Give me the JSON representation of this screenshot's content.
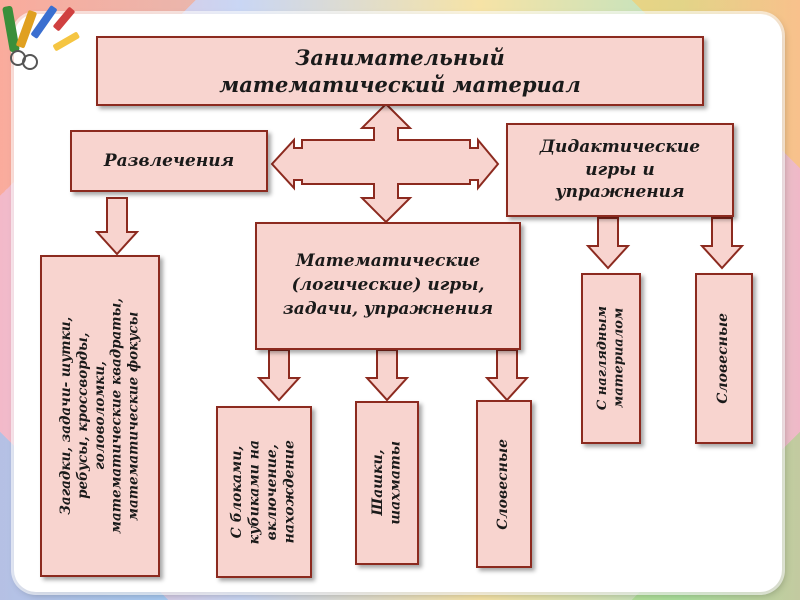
{
  "title": "Занимательный математический материал",
  "razvlecheniya": "Развлечения",
  "didakticheskie": "Дидактические игры и упражнения",
  "matematicheskie": "Математические (логические) игры, задачи, упражнения",
  "zagadki": "Загадки, задачи- шутки,\nребусы, кроссворды,\nголоволомки,\nматематические квадраты,\nматематические фокусы",
  "s_blokami": "С блоками,\nкубиками на\nвключение,\nнахождение",
  "shashki": "Шашки,\nшахматы",
  "slovesnye_mid": "Словесные",
  "s_naglyadnym": "С наглядным\nматериалом",
  "slovesnye_right": "Словесные",
  "icons": [
    "school-supplies-icon"
  ]
}
